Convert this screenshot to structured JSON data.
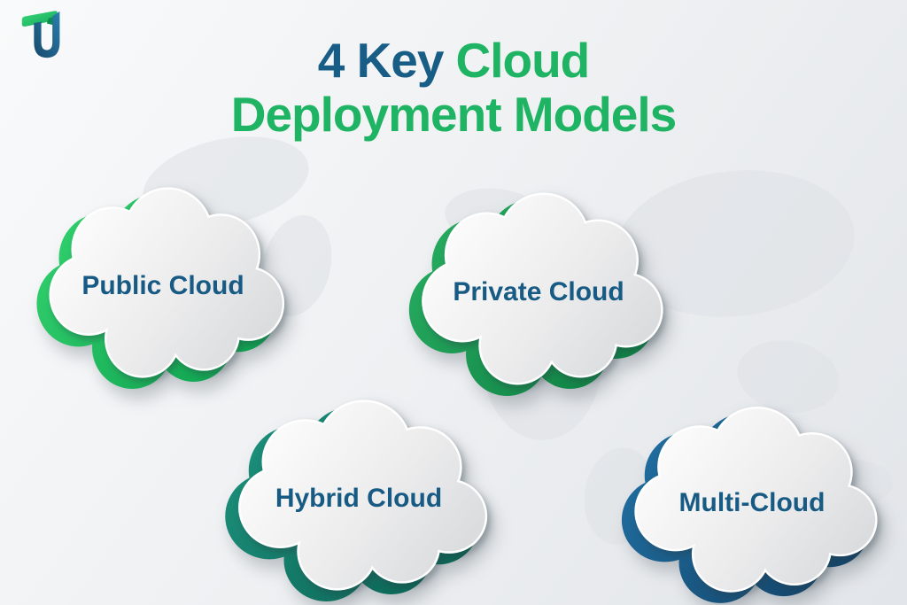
{
  "brand": {
    "logo_name": "TU monogram logo",
    "logo_green_from": "#3bdb7a",
    "logo_green_to": "#12a45b",
    "logo_blue_from": "#2a7fae",
    "logo_blue_to": "#174a6b"
  },
  "title": {
    "prefix": "4 Key",
    "highlight": "Cloud",
    "line2": "Deployment Models",
    "blue": "#175d86",
    "green": "#1fb463"
  },
  "clouds": [
    {
      "id": "public",
      "label": "Public Cloud",
      "accent_from": "#35d470",
      "accent_to": "#0b9e4c"
    },
    {
      "id": "private",
      "label": "Private Cloud",
      "accent_from": "#29b062",
      "accent_to": "#0d7c41"
    },
    {
      "id": "hybrid",
      "label": "Hybrid Cloud",
      "accent_from": "#1d947e",
      "accent_to": "#0b5f51"
    },
    {
      "id": "multi",
      "label": "Multi-Cloud",
      "accent_from": "#2273a6",
      "accent_to": "#123f63"
    }
  ],
  "cloud_style": {
    "label_color": "#175a84",
    "body_light": "#ffffff",
    "body_mid": "#ececed",
    "body_dark": "#d5d7d9"
  }
}
